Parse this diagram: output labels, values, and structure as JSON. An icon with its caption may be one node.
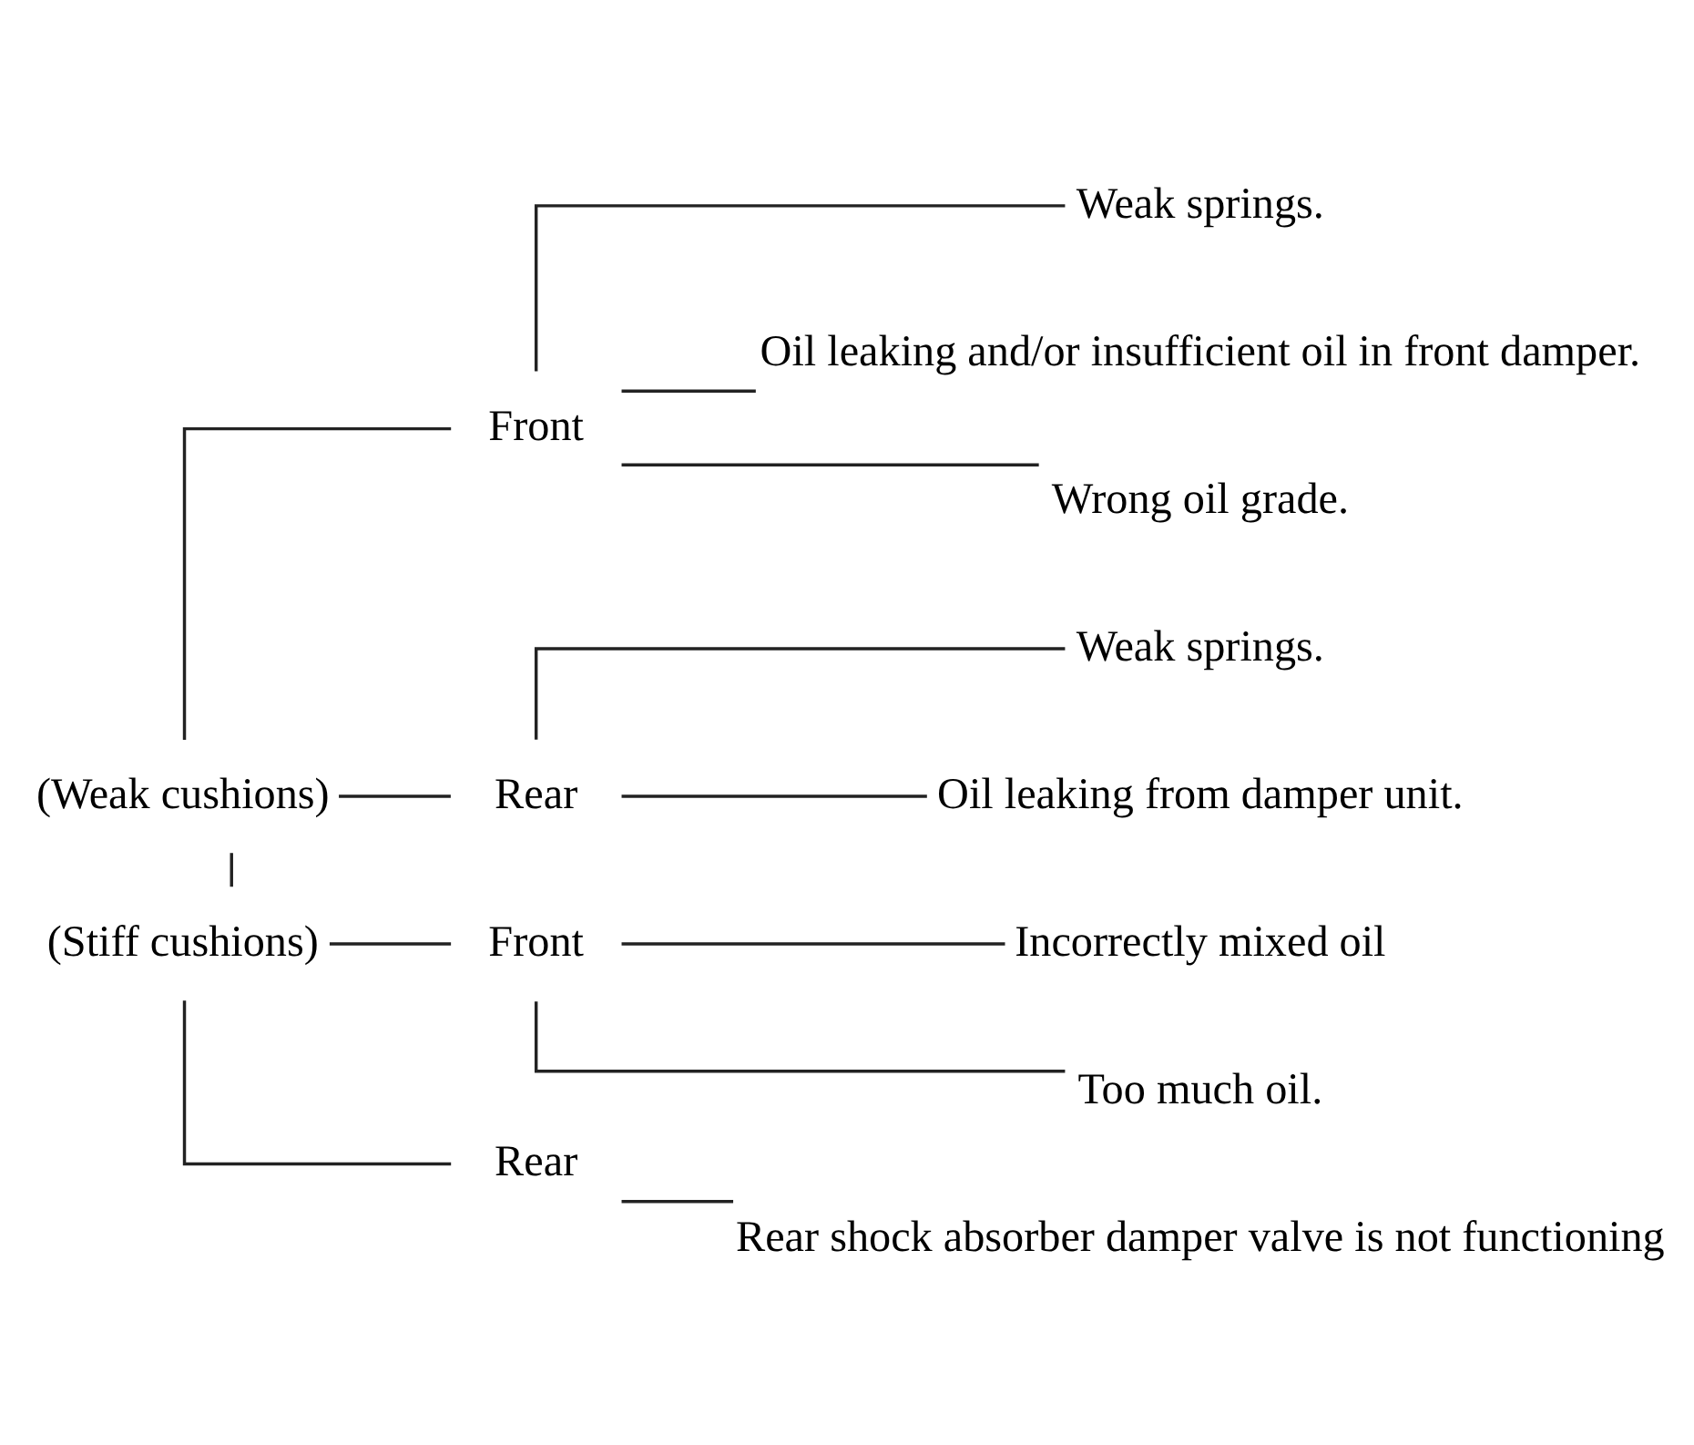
{
  "diagram": {
    "nodes": [
      {
        "text": [
          "(Weak cushions)"
        ]
      },
      {
        "text": [
          "Front"
        ]
      },
      {
        "text": [
          "Weak springs."
        ]
      },
      {
        "text": [
          "Oil leaking and/or insufficient oil in front damper."
        ]
      },
      {
        "text": [
          "Wrong oil grade."
        ]
      },
      {
        "text": [
          "Rear"
        ]
      },
      {
        "text": [
          "Weak springs."
        ]
      },
      {
        "text": [
          "Oil leaking from damper unit."
        ]
      },
      {
        "text": [
          "(Stiff cushions)"
        ]
      },
      {
        "text": [
          "Front"
        ]
      },
      {
        "text": [
          "Incorrectly mixed oil"
        ]
      },
      {
        "text": [
          "Too much oil."
        ]
      },
      {
        "text": [
          "Rear"
        ]
      },
      {
        "text": [
          "Rear shock absorber damper valve is not functioning"
        ]
      }
    ],
    "edges": [
      {
        "from": 0,
        "to": 8,
        "arrow": "none"
      },
      {
        "from": 0,
        "to": 1,
        "arrow": "none"
      },
      {
        "from": 0,
        "to": 5,
        "arrow": "none"
      },
      {
        "from": 1,
        "to": 2,
        "arrow": "none"
      },
      {
        "from": 1,
        "to": 3,
        "arrow": "none"
      },
      {
        "from": 1,
        "to": 4,
        "arrow": "none"
      },
      {
        "from": 5,
        "to": 6,
        "arrow": "none"
      },
      {
        "from": 5,
        "to": 7,
        "arrow": "none"
      },
      {
        "from": 8,
        "to": 9,
        "arrow": "none"
      },
      {
        "from": 8,
        "to": 12,
        "arrow": "none"
      },
      {
        "from": 9,
        "to": 10,
        "arrow": "none"
      },
      {
        "from": 9,
        "to": 11,
        "arrow": "none"
      },
      {
        "from": 12,
        "to": 13,
        "arrow": "none"
      }
    ]
  }
}
